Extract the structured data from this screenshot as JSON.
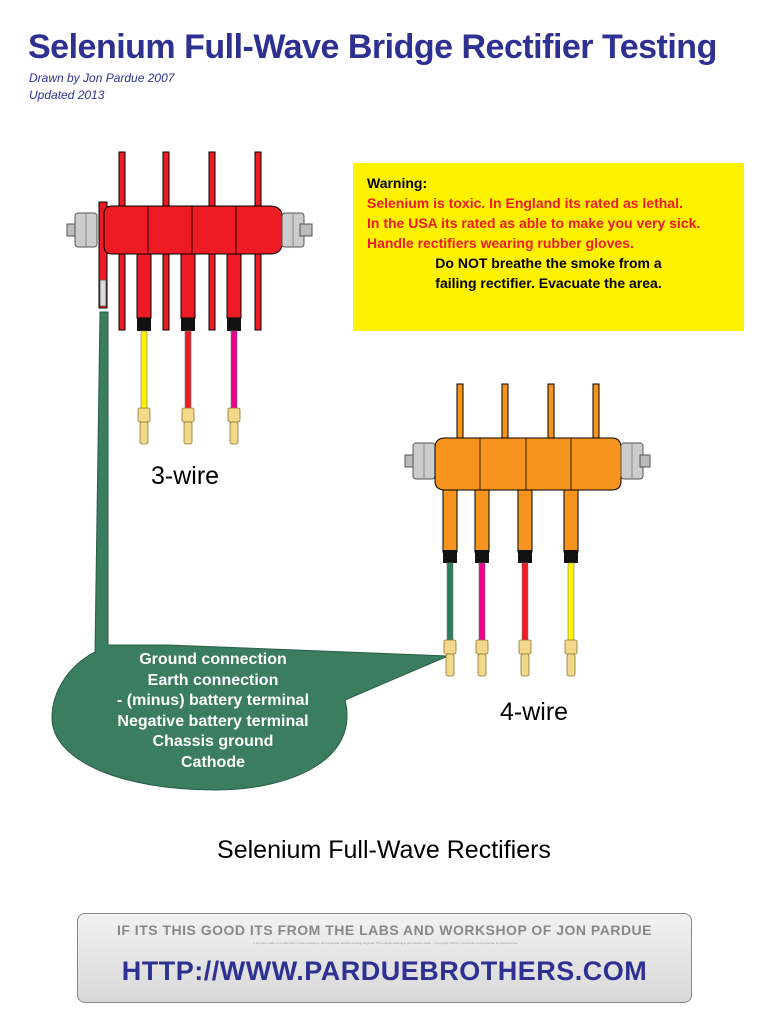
{
  "header": {
    "title": "Selenium Full-Wave Bridge Rectifier Testing",
    "credit": "Drawn by Jon Pardue 2007",
    "updated": "Updated 2013"
  },
  "warning": {
    "heading": "Warning:",
    "red_lines": [
      "Selenium is toxic. In England its rated as lethal.",
      "In the USA its rated as able to make you very sick.",
      "Handle rectifiers wearing rubber gloves."
    ],
    "black_lines": [
      "Do NOT breathe the smoke from a",
      "failing rectifier.  Evacuate the area."
    ]
  },
  "rectifier_3wire": {
    "label": "3-wire",
    "body_color": "#ed1c24",
    "wire_colors": [
      "#fff200",
      "#ed1c24",
      "#ec008c"
    ]
  },
  "rectifier_4wire": {
    "label": "4-wire",
    "body_color": "#f7941d",
    "wire_colors": [
      "#2e7d5b",
      "#ec008c",
      "#ed1c24",
      "#fff200"
    ]
  },
  "callout": {
    "color": "#3a7d5f",
    "lines": [
      "Ground connection",
      "Earth connection",
      "- (minus) battery terminal",
      "Negative battery terminal",
      "Chassis ground",
      "Cathode"
    ]
  },
  "caption": "Selenium Full-Wave Rectifiers",
  "banner": {
    "tagline": "IF ITS THIS GOOD ITS FROM THE LABS AND WORKSHOP OF JON PARDUE",
    "fine_print": "If you don't want to re-read this in seven drawings, do not tamper with the drawing originals. This original drawing is permitted to reuse ... Copyright 2013 by Jon Pardue and protected by standard law.",
    "url": "HTTP://WWW.PARDUEBROTHERS.COM"
  }
}
